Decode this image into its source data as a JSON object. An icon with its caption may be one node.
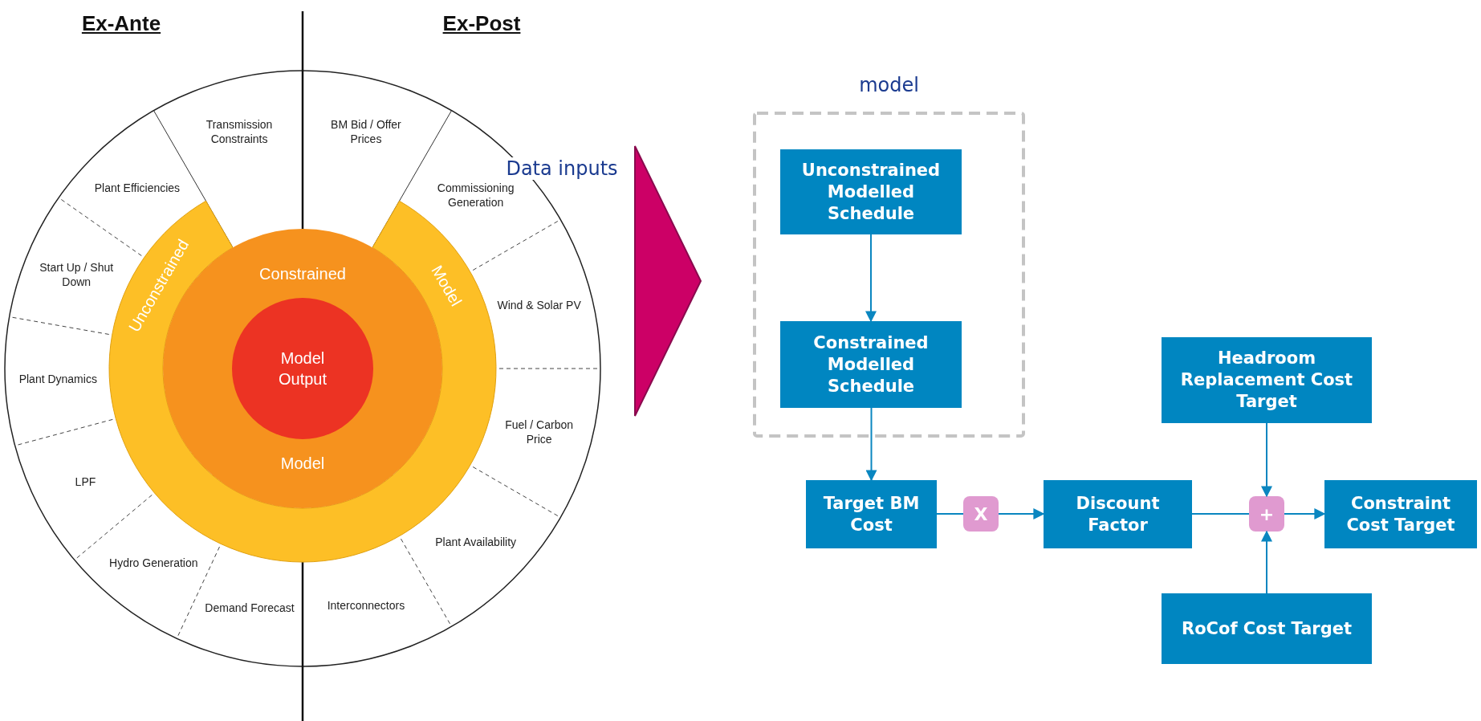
{
  "diagram": {
    "nodes": [
      {
        "text": [
          "Transmission Constraints"
        ]
      },
      {
        "text": [
          "Plant Efficiencies"
        ]
      },
      {
        "text": [
          "Start Up / Shut Down"
        ]
      },
      {
        "text": [
          "Plant Dynamics"
        ]
      },
      {
        "text": [
          "LPF"
        ]
      },
      {
        "text": [
          "Hydro Generation"
        ]
      },
      {
        "text": [
          "Demand Forecast"
        ]
      },
      {
        "text": [
          "BM Bid / Offer Prices"
        ]
      },
      {
        "text": [
          "Commissioning Generation"
        ]
      },
      {
        "text": [
          "Wind & Solar PV"
        ]
      },
      {
        "text": [
          "Fuel / Carbon Price"
        ]
      },
      {
        "text": [
          "Plant Availability"
        ]
      },
      {
        "text": [
          "Interconnectors"
        ]
      },
      {
        "text": [
          "Unconstrained",
          "Model"
        ]
      },
      {
        "text": [
          "Constrained",
          "Model"
        ]
      },
      {
        "text": [
          "Model Output"
        ],
        "in": 14
      },
      {
        "text": [
          "model"
        ]
      },
      {
        "text": [
          "Unconstrained Modelled Schedule"
        ],
        "in": 16
      },
      {
        "text": [
          "Constrained Modelled Schedule"
        ],
        "in": 16
      },
      {
        "text": [
          "Target BM Cost"
        ]
      },
      {
        "text": [
          "X"
        ]
      },
      {
        "text": [
          "Discount Factor"
        ]
      },
      {
        "text": [
          "Headroom Replacement Cost Target"
        ]
      },
      {
        "text": [
          "+"
        ]
      },
      {
        "text": [
          "Constraint Cost Target"
        ]
      },
      {
        "text": [
          "RoCof Cost Target"
        ]
      }
    ],
    "edges": [
      {
        "from": 17,
        "to": 18,
        "arrow": "to"
      },
      {
        "from": 18,
        "to": 19,
        "arrow": "to"
      },
      {
        "from": 19,
        "to": 20,
        "arrow": "none"
      },
      {
        "from": 20,
        "to": 21,
        "arrow": "to"
      },
      {
        "from": 21,
        "to": 23,
        "arrow": "none"
      },
      {
        "from": 22,
        "to": 23,
        "arrow": "to"
      },
      {
        "from": 25,
        "to": 23,
        "arrow": "to"
      },
      {
        "from": 23,
        "to": 24,
        "arrow": "to"
      }
    ],
    "labels": [
      "Ex-Ante",
      "Ex-Post",
      "Data inputs"
    ]
  }
}
